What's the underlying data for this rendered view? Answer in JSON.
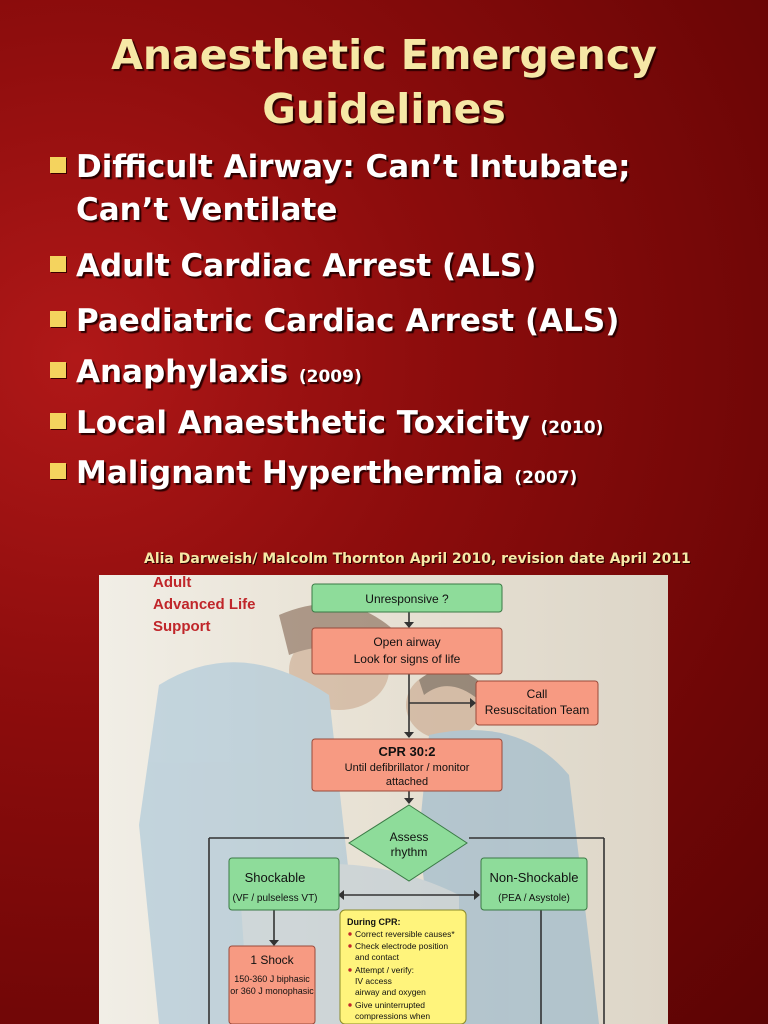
{
  "slide": {
    "title_line1": "Anaesthetic Emergency",
    "title_line2": "Guidelines",
    "bullets": [
      {
        "text": "Difficult Airway: Can’t Intubate;",
        "year": ""
      },
      {
        "text": "Can’t Ventilate",
        "year": ""
      },
      {
        "text": "Adult Cardiac Arrest (ALS)",
        "year": ""
      },
      {
        "text": "Paediatric Cardiac Arrest (ALS)",
        "year": ""
      },
      {
        "text": "Anaphylaxis",
        "year": "(2009)"
      },
      {
        "text": "Local Anaesthetic Toxicity",
        "year": "(2010)"
      },
      {
        "text": "Malignant Hyperthermia",
        "year": "(2007)"
      }
    ],
    "credit": "Alia Darweish/ Malcolm Thornton April 2010, revision date April 2011",
    "colors": {
      "background": "#8e0d0d",
      "title": "#f6e8a6",
      "bullet_square": "#f4d35e",
      "box_green": "#8edc9a",
      "box_salmon": "#f79a82",
      "box_yellow": "#fff47c"
    }
  },
  "flowchart": {
    "heading_line1": "Adult",
    "heading_line2": "Advanced Life",
    "heading_line3": "Support",
    "unresponsive": "Unresponsive ?",
    "open_airway_1": "Open airway",
    "open_airway_2": "Look for signs of life",
    "call_1": "Call",
    "call_2": "Resuscitation Team",
    "cpr_1": "CPR 30:2",
    "cpr_2": "Until defibrillator / monitor",
    "cpr_3": "attached",
    "assess_1": "Assess",
    "assess_2": "rhythm",
    "shockable_1": "Shockable",
    "shockable_2": "(VF / pulseless VT)",
    "nonshock_1": "Non-Shockable",
    "nonshock_2": "(PEA / Asystole)",
    "shock_1": "1 Shock",
    "shock_2": "150-360 J biphasic",
    "shock_3": "or 360 J monophasic",
    "during_title": "During CPR:",
    "during_items": [
      "Correct reversible causes*",
      "Check electrode position",
      "and contact",
      "Attempt / verify:",
      "IV access",
      "airway and oxygen",
      "Give uninterrupted",
      "compressions when"
    ]
  }
}
